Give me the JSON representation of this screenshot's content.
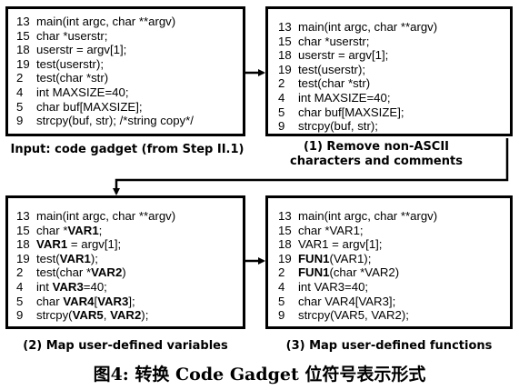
{
  "boxes": {
    "input": {
      "lines": [
        "13  main(int argc, char **argv)",
        "15  char *userstr;",
        "18  userstr = argv[1];",
        "19  test(userstr);",
        "2    test(char *str)",
        "4    int MAXSIZE=40;",
        "5    char buf[MAXSIZE];",
        "9    strcpy(buf, str); /*string copy*/"
      ],
      "caption": "Input: code gadget (from Step II.1)"
    },
    "step1": {
      "lines": [
        "13  main(int argc, char **argv)",
        "15  char *userstr;",
        "18  userstr = argv[1];",
        "19  test(userstr);",
        "2    test(char *str)",
        "4    int MAXSIZE=40;",
        "5    char buf[MAXSIZE];",
        "9    strcpy(buf, str);"
      ],
      "caption": "(1) Remove non-ASCII\ncharacters and comments"
    },
    "step2": {
      "lines": [
        [
          "13  main(int argc, char **argv)"
        ],
        [
          "15  char *",
          {
            "b": "VAR1"
          },
          ";"
        ],
        [
          "18  ",
          {
            "b": "VAR1"
          },
          " = argv[1];"
        ],
        [
          "19  test(",
          {
            "b": "VAR1"
          },
          ");"
        ],
        [
          "2    test(char *",
          {
            "b": "VAR2"
          },
          ")"
        ],
        [
          "4    int ",
          {
            "b": "VAR3"
          },
          "=40;"
        ],
        [
          "5    char ",
          {
            "b": "VAR4"
          },
          "[",
          {
            "b": "VAR3"
          },
          "];"
        ],
        [
          "9    strcpy(",
          {
            "b": "VAR5"
          },
          ", ",
          {
            "b": "VAR2"
          },
          ");"
        ]
      ],
      "caption": "(2) Map user-defined variables"
    },
    "step3": {
      "lines": [
        [
          "13  main(int argc, char **argv)"
        ],
        [
          "15  char *VAR1;"
        ],
        [
          "18  VAR1 = argv[1];"
        ],
        [
          "19  ",
          {
            "b": "FUN1"
          },
          "(VAR1);"
        ],
        [
          "2    ",
          {
            "b": "FUN1"
          },
          "(char *VAR2)"
        ],
        [
          "4    int VAR3=40;"
        ],
        [
          "5    char VAR4[VAR3];"
        ],
        [
          "9    strcpy(VAR5, VAR2);"
        ]
      ],
      "caption": "(3) Map user-defined functions"
    }
  },
  "figure_title": "图4: 转换 Code Gadget 位符号表示形式"
}
